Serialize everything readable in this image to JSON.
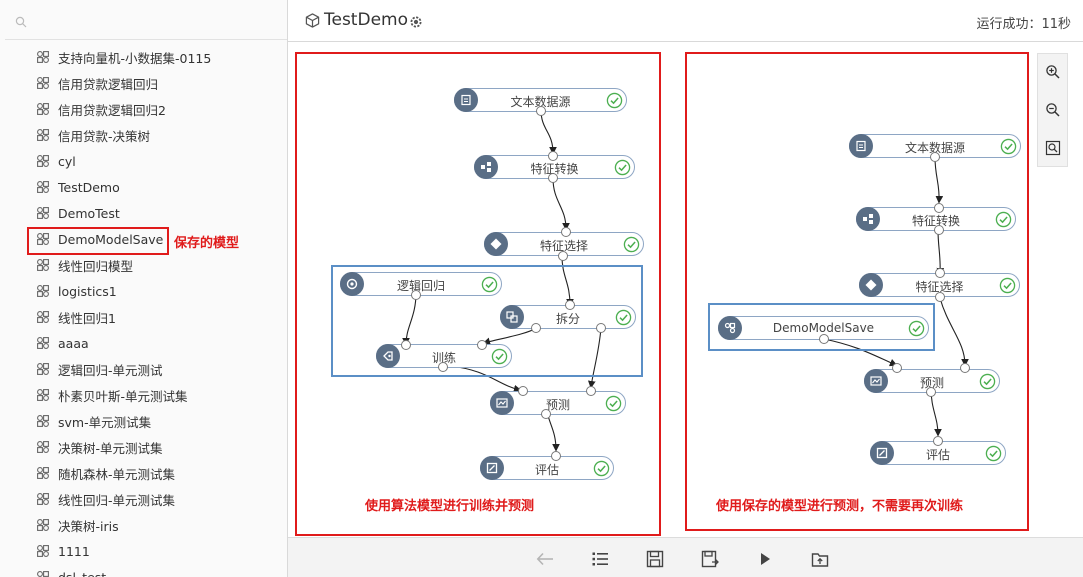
{
  "sidebar": {
    "search_placeholder": "",
    "items": [
      {
        "label": "支持向量机-小数据集-0115"
      },
      {
        "label": "信用贷款逻辑回归"
      },
      {
        "label": "信用贷款逻辑回归2"
      },
      {
        "label": "信用贷款-决策树"
      },
      {
        "label": "cyl"
      },
      {
        "label": "TestDemo"
      },
      {
        "label": "DemoTest"
      },
      {
        "label": "DemoModelSave"
      },
      {
        "label": "线性回归模型"
      },
      {
        "label": "logistics1"
      },
      {
        "label": "线性回归1"
      },
      {
        "label": "aaaa"
      },
      {
        "label": "逻辑回归-单元测试"
      },
      {
        "label": "朴素贝叶斯-单元测试集"
      },
      {
        "label": "svm-单元测试集"
      },
      {
        "label": "决策树-单元测试集"
      },
      {
        "label": "随机森林-单元测试集"
      },
      {
        "label": "线性回归-单元测试集"
      },
      {
        "label": "决策树-iris"
      },
      {
        "label": "1111"
      },
      {
        "label": "dsl_test"
      }
    ],
    "saved_model_note": "保存的模型"
  },
  "header": {
    "title": "TestDemo",
    "status": "运行成功：11秒"
  },
  "left_flow": {
    "caption": "使用算法模型进行训练并预测",
    "nodes": [
      {
        "label": "文本数据源",
        "icon": "text-data-source-icon"
      },
      {
        "label": "特征转换",
        "icon": "feature-transform-icon"
      },
      {
        "label": "特征选择",
        "icon": "feature-select-icon"
      },
      {
        "label": "逻辑回归",
        "icon": "logistic-regression-icon"
      },
      {
        "label": "拆分",
        "icon": "split-icon"
      },
      {
        "label": "训练",
        "icon": "train-icon"
      },
      {
        "label": "预测",
        "icon": "predict-icon"
      },
      {
        "label": "评估",
        "icon": "evaluate-icon"
      }
    ]
  },
  "right_flow": {
    "caption": "使用保存的模型进行预测，不需要再次训练",
    "nodes": [
      {
        "label": "文本数据源",
        "icon": "text-data-source-icon"
      },
      {
        "label": "特征转换",
        "icon": "feature-transform-icon"
      },
      {
        "label": "特征选择",
        "icon": "feature-select-icon"
      },
      {
        "label": "DemoModelSave",
        "icon": "saved-model-icon"
      },
      {
        "label": "预测",
        "icon": "predict-icon"
      },
      {
        "label": "评估",
        "icon": "evaluate-icon"
      }
    ]
  },
  "zoom": [
    "zoom-in-icon",
    "zoom-out-icon",
    "fit-view-icon"
  ],
  "toolbar": [
    "undo-icon",
    "list-icon",
    "save-icon",
    "save-as-icon",
    "run-icon",
    "export-icon"
  ],
  "colors": {
    "accent_red": "#e01b1b",
    "group_blue": "#5b8fc6",
    "node_icon": "#5a6e86",
    "success_green": "#4caf50"
  }
}
